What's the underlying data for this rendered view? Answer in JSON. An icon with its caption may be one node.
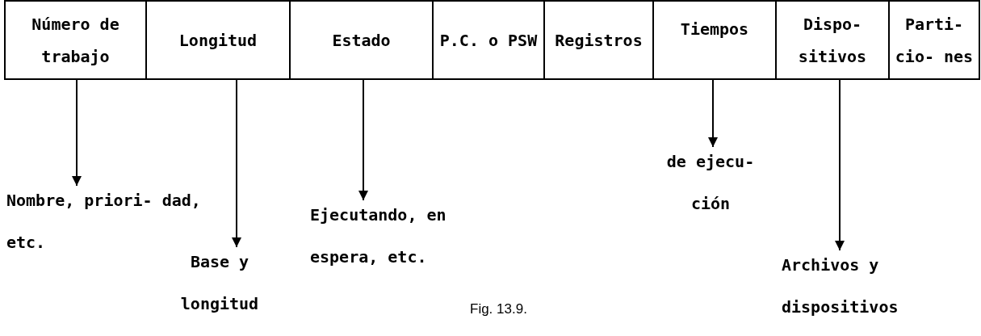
{
  "diagram": {
    "caption": "Fig. 13.9.",
    "nodes": [
      {
        "text": [
          "Número de trabajo"
        ]
      },
      {
        "text": [
          "Longitud"
        ]
      },
      {
        "text": [
          "Estado"
        ]
      },
      {
        "text": [
          "P.C. o PSW"
        ]
      },
      {
        "text": [
          "Registros"
        ]
      },
      {
        "text": [
          "Tiempos"
        ]
      },
      {
        "text": [
          "Dispo- sitivos"
        ]
      },
      {
        "text": [
          "Parti- cio- nes"
        ]
      },
      {
        "text": [
          "Nombre, priori- dad, etc."
        ]
      },
      {
        "text": [
          "Base y longitud"
        ]
      },
      {
        "text": [
          "Ejecutando, en espera, etc."
        ]
      },
      {
        "text": [
          "de ejecu- ción"
        ]
      },
      {
        "text": [
          "Archivos y dispositivos"
        ]
      }
    ],
    "edges": [
      {
        "from": 0,
        "to": 8,
        "arrow": "to"
      },
      {
        "from": 1,
        "to": 9,
        "arrow": "to"
      },
      {
        "from": 2,
        "to": 10,
        "arrow": "to"
      },
      {
        "from": 5,
        "to": 11,
        "arrow": "to"
      },
      {
        "from": 6,
        "to": 12,
        "arrow": "to"
      }
    ]
  }
}
